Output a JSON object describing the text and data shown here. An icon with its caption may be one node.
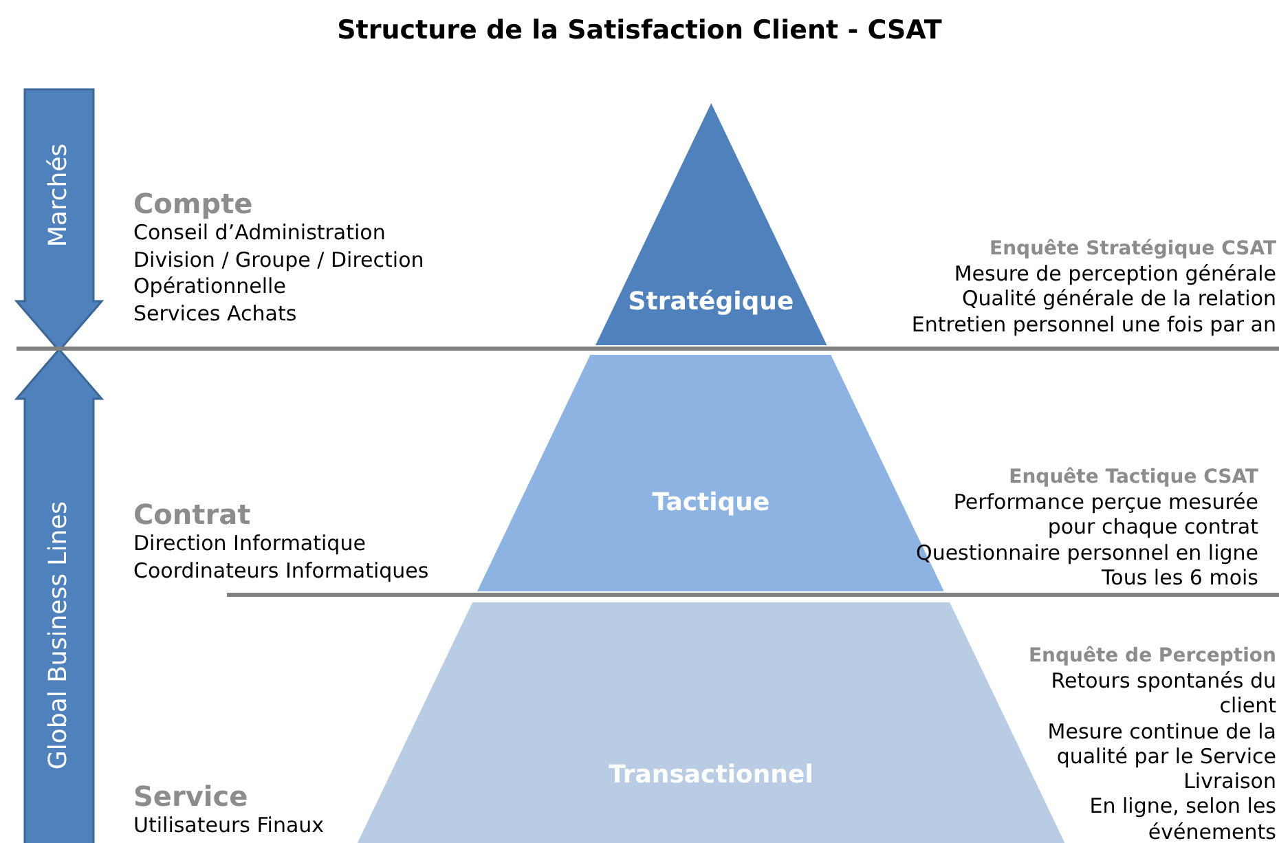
{
  "diagram": {
    "title": "Structure de la Satisfaction Client - CSAT",
    "nodes": [
      {
        "text": [
          "Stratégique"
        ]
      },
      {
        "text": [
          "Tactique"
        ]
      },
      {
        "text": [
          "Transactionnel"
        ]
      },
      {
        "text": [
          "Marchés"
        ]
      },
      {
        "text": [
          "Global Business Lines"
        ]
      }
    ],
    "edges": [],
    "labels": [
      "Compte",
      "Conseil d’Administration",
      "Division / Groupe / Direction Opérationnelle",
      "Services Achats",
      "Contrat",
      "Direction Informatique",
      "Coordinateurs Informatiques",
      "Service",
      "Utilisateurs Finaux",
      "Enquête Stratégique CSAT",
      "Mesure de perception générale",
      "Qualité générale de la relation",
      "Entretien personnel une fois par an",
      "Enquête Tactique CSAT",
      "Performance perçue mesurée pour chaque contrat",
      "Questionnaire personnel en ligne",
      "Tous les 6 mois",
      "Enquête de Perception",
      "Retours spontanés du client",
      "Mesure continue de la qualité par le Service Livraison",
      "En ligne, selon les événements"
    ]
  }
}
